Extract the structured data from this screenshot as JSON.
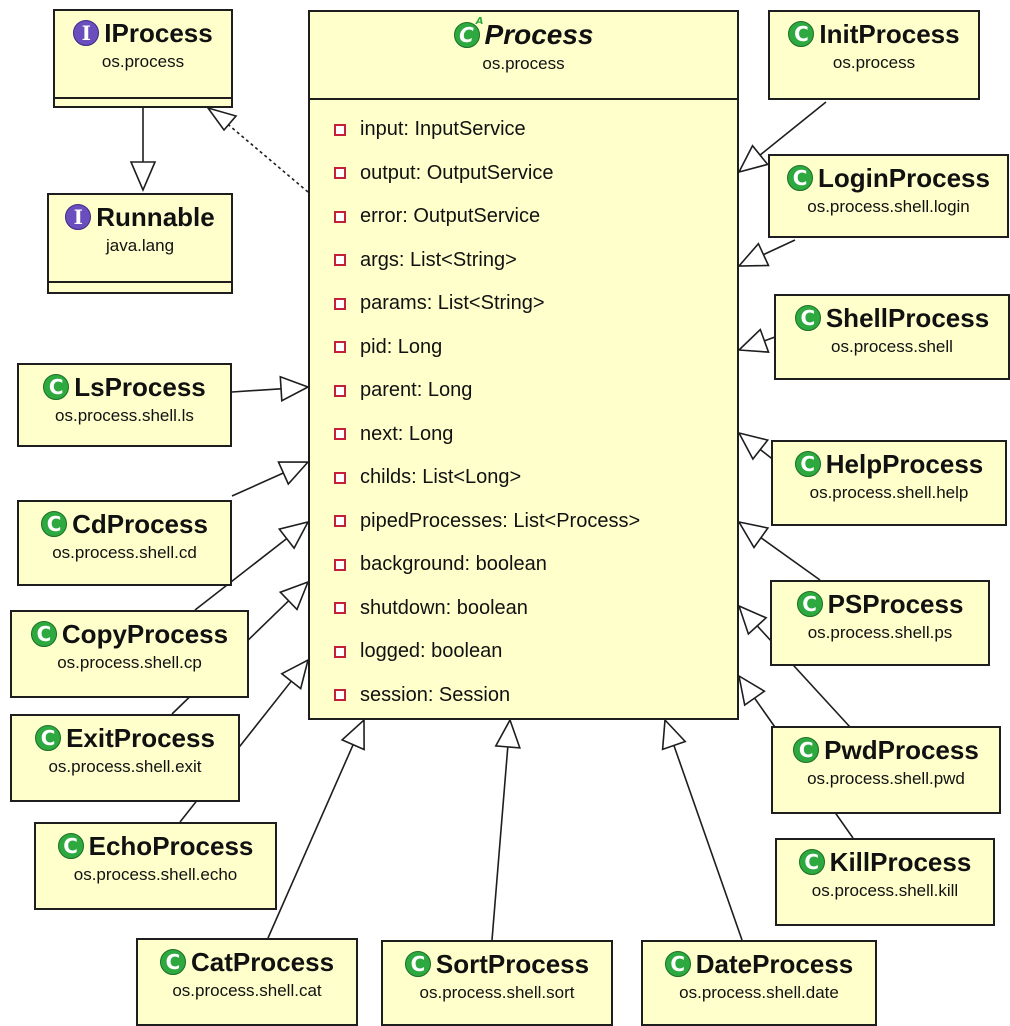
{
  "colors": {
    "box_fill": "#ffffcc",
    "border": "#1e1e1e",
    "class_icon": "#2ea93f",
    "interface_icon": "#6a4ebd",
    "private_field": "#c4203a"
  },
  "process": {
    "name": "Process",
    "package": "os.process",
    "icon": "abstract-class-icon",
    "fields": [
      "input: InputService",
      "output: OutputService",
      "error: OutputService",
      "args: List<String>",
      "params: List<String>",
      "pid: Long",
      "parent: Long",
      "next: Long",
      "childs: List<Long>",
      "pipedProcesses: List<Process>",
      "background: boolean",
      "shutdown: boolean",
      "logged: boolean",
      "session: Session"
    ]
  },
  "iprocess": {
    "name": "IProcess",
    "package": "os.process",
    "icon": "interface-icon"
  },
  "runnable": {
    "name": "Runnable",
    "package": "java.lang",
    "icon": "interface-icon"
  },
  "subclasses": {
    "init": {
      "name": "InitProcess",
      "package": "os.process"
    },
    "login": {
      "name": "LoginProcess",
      "package": "os.process.shell.login"
    },
    "shell": {
      "name": "ShellProcess",
      "package": "os.process.shell"
    },
    "help": {
      "name": "HelpProcess",
      "package": "os.process.shell.help"
    },
    "ps": {
      "name": "PSProcess",
      "package": "os.process.shell.ps"
    },
    "pwd": {
      "name": "PwdProcess",
      "package": "os.process.shell.pwd"
    },
    "kill": {
      "name": "KillProcess",
      "package": "os.process.shell.kill"
    },
    "ls": {
      "name": "LsProcess",
      "package": "os.process.shell.ls"
    },
    "cd": {
      "name": "CdProcess",
      "package": "os.process.shell.cd"
    },
    "copy": {
      "name": "CopyProcess",
      "package": "os.process.shell.cp"
    },
    "exit": {
      "name": "ExitProcess",
      "package": "os.process.shell.exit"
    },
    "echo": {
      "name": "EchoProcess",
      "package": "os.process.shell.echo"
    },
    "cat": {
      "name": "CatProcess",
      "package": "os.process.shell.cat"
    },
    "sort": {
      "name": "SortProcess",
      "package": "os.process.shell.sort"
    },
    "date": {
      "name": "DateProcess",
      "package": "os.process.shell.date"
    }
  }
}
